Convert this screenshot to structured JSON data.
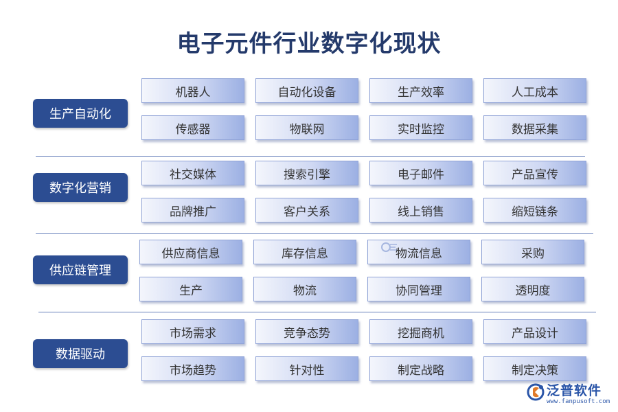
{
  "title": "电子元件行业数字化现状",
  "sections": [
    {
      "category": "生产自动化",
      "items": [
        "机器人",
        "自动化设备",
        "生产效率",
        "人工成本",
        "传感器",
        "物联网",
        "实时监控",
        "数据采集"
      ]
    },
    {
      "category": "数字化营销",
      "items": [
        "社交媒体",
        "搜索引擎",
        "电子邮件",
        "产品宣传",
        "品牌推广",
        "客户关系",
        "线上销售",
        "缩短链条"
      ]
    },
    {
      "category": "供应链管理",
      "items": [
        "供应商信息",
        "库存信息",
        "物流信息",
        "采购",
        "生产",
        "物流",
        "协同管理",
        "透明度"
      ]
    },
    {
      "category": "数据驱动",
      "items": [
        "市场需求",
        "竞争态势",
        "挖掘商机",
        "产品设计",
        "市场趋势",
        "针对性",
        "制定战略",
        "制定决策"
      ]
    }
  ],
  "logo": {
    "name": "泛普软件",
    "url": "www.fanpusoft.com"
  },
  "colors": {
    "title": "#243a6b",
    "category_bg": "#2c4d92",
    "box_border": "#8fa2d6",
    "divider": "#3d5ea8"
  }
}
